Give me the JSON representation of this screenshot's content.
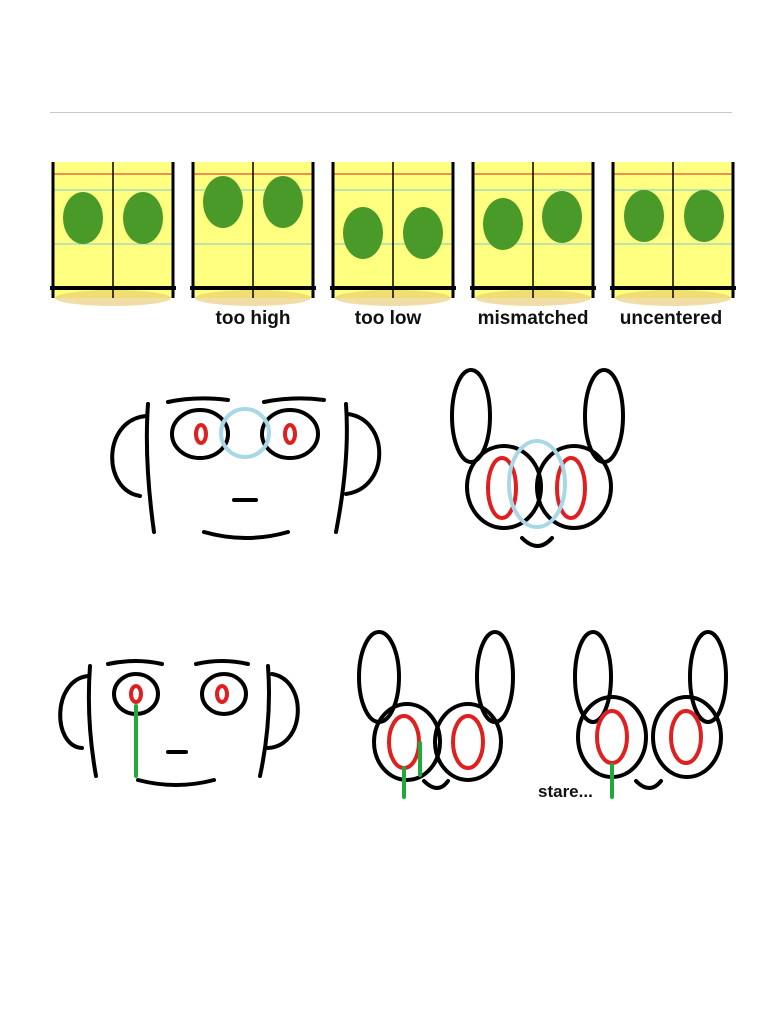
{
  "panels": [
    {
      "caption": "",
      "eye_position": "correct"
    },
    {
      "caption": "too high",
      "eye_position": "too high"
    },
    {
      "caption": "too low",
      "eye_position": "too low"
    },
    {
      "caption": "mismatched",
      "eye_position": "mismatched"
    },
    {
      "caption": "uncentered",
      "eye_position": "uncentered"
    }
  ],
  "faces": {
    "stare_label": "stare..."
  },
  "colors": {
    "panel_fill": "#ffff80",
    "eye_fill": "#4a9a2a",
    "guide_red": "#e02020",
    "guide_blue": "#a8d8e8",
    "tear_green": "#1faa3a"
  }
}
